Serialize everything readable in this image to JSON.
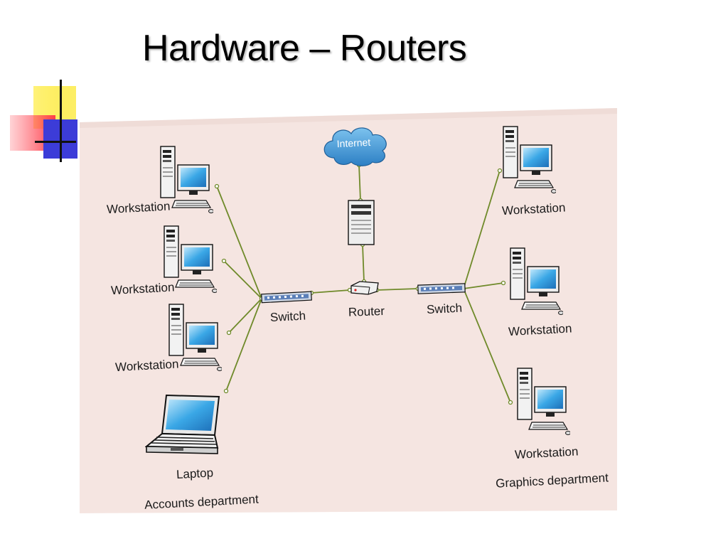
{
  "slide": {
    "title": "Hardware – Routers"
  },
  "colors": {
    "accent_yellow": "#fbe800",
    "accent_red": "#ff4d5a",
    "accent_blue": "#3c3cd8",
    "paper": "#f6e7e3",
    "cable": "#6f8a2a",
    "cloud": "#3a8fd0"
  },
  "diagram": {
    "cloud_label": "Internet",
    "router_label": "Router",
    "switch_left_label": "Switch",
    "switch_right_label": "Switch",
    "workstation_label": "Workstation",
    "laptop_label": "Laptop",
    "left_group_label": "Accounts department",
    "right_group_label": "Graphics department"
  },
  "icons": [
    "cloud-icon",
    "server-icon",
    "router-icon",
    "switch-icon",
    "workstation-icon",
    "laptop-icon"
  ]
}
